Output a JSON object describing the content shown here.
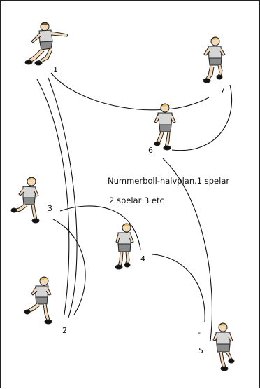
{
  "diagram": {
    "caption_line1": "Nummerboll-halvplan.1 spelar",
    "caption_line2": "2 spelar 3 etc",
    "minus_mark": "-",
    "players": [
      {
        "number": "1"
      },
      {
        "number": "7"
      },
      {
        "number": "6"
      },
      {
        "number": "3"
      },
      {
        "number": "4"
      },
      {
        "number": "2"
      },
      {
        "number": "5"
      }
    ],
    "colors": {
      "border": "#222222",
      "line": "#111111",
      "shirt": "#d6d6d6",
      "shorts": "#8a8a8a",
      "skin": "#f2d9b8",
      "hair": "#e0c060"
    },
    "icons": [
      "soccer-player-icon"
    ]
  }
}
